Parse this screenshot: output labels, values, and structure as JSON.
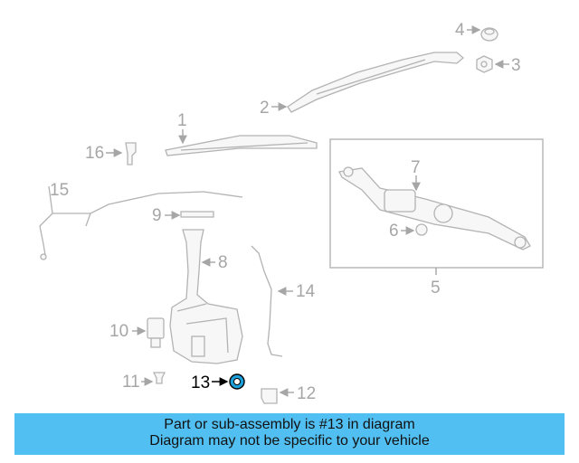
{
  "callouts": {
    "c1": "1",
    "c2": "2",
    "c3": "3",
    "c4": "4",
    "c5": "5",
    "c6": "6",
    "c7": "7",
    "c8": "8",
    "c9": "9",
    "c10": "10",
    "c11": "11",
    "c12": "12",
    "c13": "13",
    "c14": "14",
    "c15": "15",
    "c16": "16"
  },
  "highlighted_part": "13",
  "colors": {
    "banner": "#52bff2",
    "highlight_part": "#1a9fd9",
    "parts": "#b3b3b3"
  },
  "banner": {
    "line1": "Part or sub-assembly is #13 in diagram",
    "line2": "Diagram may not be specific to your vehicle"
  }
}
